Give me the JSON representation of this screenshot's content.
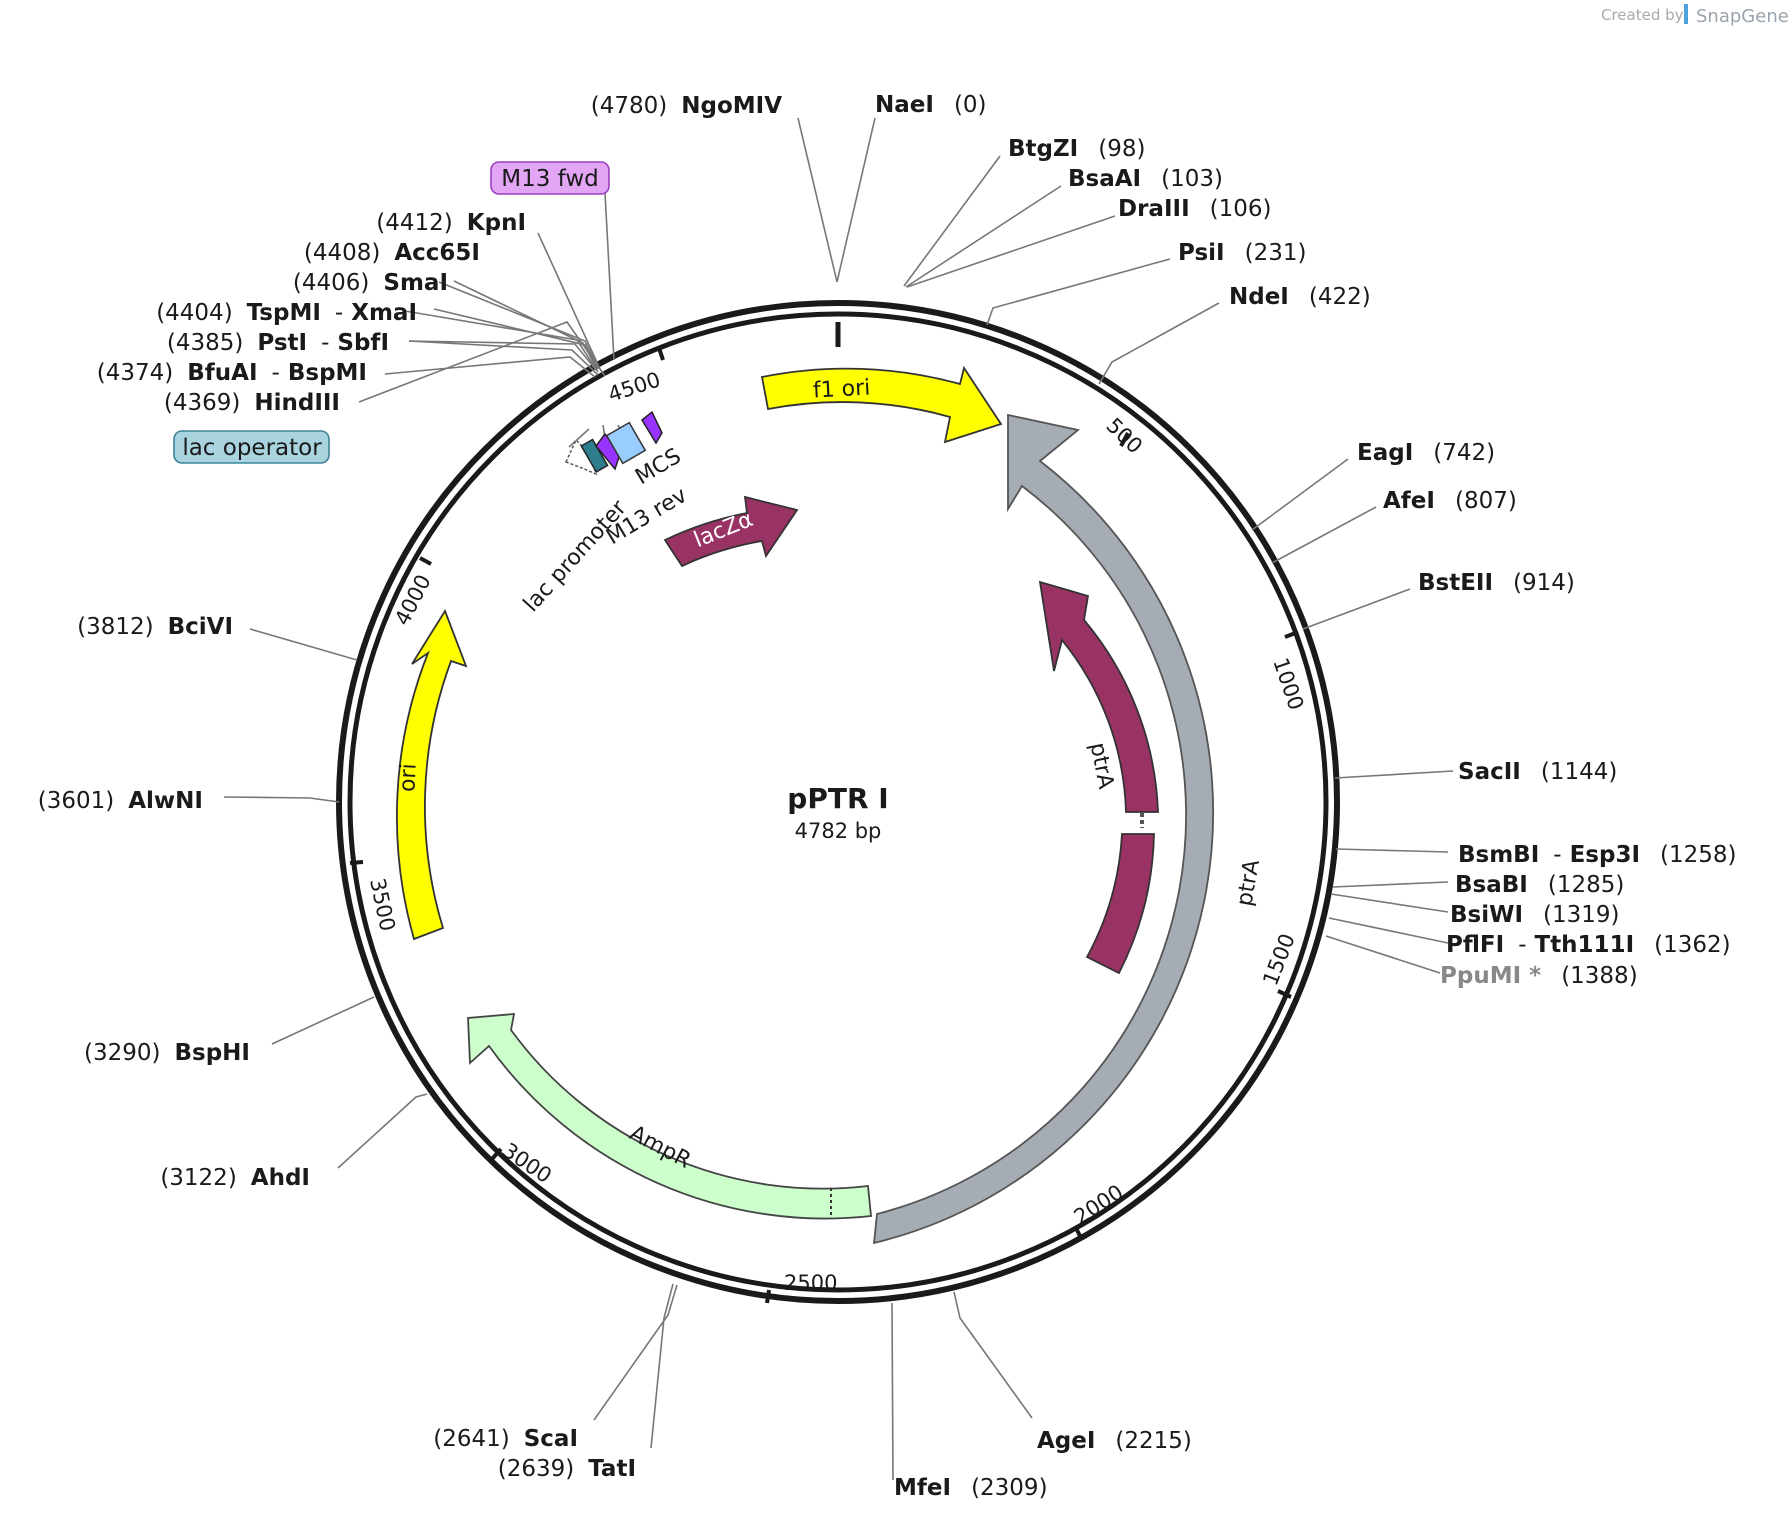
{
  "credit": {
    "prefix": "Created by",
    "brand": "SnapGene"
  },
  "plasmid": {
    "name": "pPTR I",
    "size_label": "4782 bp"
  },
  "ruler": [
    {
      "label": "500"
    },
    {
      "label": "1000"
    },
    {
      "label": "1500"
    },
    {
      "label": "2000"
    },
    {
      "label": "2500"
    },
    {
      "label": "3000"
    },
    {
      "label": "3500"
    },
    {
      "label": "4000"
    },
    {
      "label": "4500"
    }
  ],
  "features": {
    "f1_ori": {
      "label": "f1 ori",
      "color": "#ffff00"
    },
    "ptrA_outer": {
      "label": "ptrA",
      "color": "#a6acb3"
    },
    "ptrA_inner": {
      "label": "ptrA",
      "color": "#993366"
    },
    "ampR": {
      "label": "AmpR",
      "color": "#ccffcc"
    },
    "ori": {
      "label": "ori",
      "color": "#ffff00"
    },
    "lacZa": {
      "label": "lacZα",
      "color": "#993366"
    },
    "mcs": {
      "label": "MCS",
      "color": "#99ccff"
    },
    "m13_rev": {
      "label": "M13 rev",
      "color": "#9933ff"
    },
    "lac_promoter": {
      "label": "lac promoter",
      "color": "#ffffff"
    },
    "lac_operator": {
      "label": "lac operator",
      "color": "#2e7d8c"
    },
    "m13_fwd": {
      "label": "M13 fwd",
      "color": "#9933ff"
    }
  },
  "callouts": {
    "m13_fwd": {
      "label": "M13 fwd",
      "fill": "#e2a6f5",
      "stroke": "#9b3fbf"
    },
    "lac_operator": {
      "label": "lac operator",
      "fill": "#a9d4df",
      "stroke": "#3d8496"
    }
  },
  "sites": [
    {
      "id": "ngomiv",
      "name": "NgoMIV",
      "pos": "(4780)"
    },
    {
      "id": "naei",
      "name": "NaeI",
      "pos": "(0)"
    },
    {
      "id": "btgzi",
      "name": "BtgZI",
      "pos": "(98)"
    },
    {
      "id": "bsaai",
      "name": "BsaAI",
      "pos": "(103)"
    },
    {
      "id": "draiii",
      "name": "DraIII",
      "pos": "(106)"
    },
    {
      "id": "psii",
      "name": "PsiI",
      "pos": "(231)"
    },
    {
      "id": "ndei",
      "name": "NdeI",
      "pos": "(422)"
    },
    {
      "id": "eagi",
      "name": "EagI",
      "pos": "(742)"
    },
    {
      "id": "afei",
      "name": "AfeI",
      "pos": "(807)"
    },
    {
      "id": "bsteii",
      "name": "BstEII",
      "pos": "(914)"
    },
    {
      "id": "sacii",
      "name": "SacII",
      "pos": "(1144)"
    },
    {
      "id": "bsmbi",
      "name": "BsmBI",
      "sep": "-",
      "name2": "Esp3I",
      "pos": "(1258)"
    },
    {
      "id": "bsabi",
      "name": "BsaBI",
      "pos": "(1285)"
    },
    {
      "id": "bsiwi",
      "name": "BsiWI",
      "pos": "(1319)"
    },
    {
      "id": "pflfi",
      "name": "PflFI",
      "sep": "-",
      "name2": "Tth111I",
      "pos": "(1362)"
    },
    {
      "id": "ppumi",
      "name": "PpuMI *",
      "pos": "(1388)",
      "dim": true
    },
    {
      "id": "agei",
      "name": "AgeI",
      "pos": "(2215)"
    },
    {
      "id": "mfei",
      "name": "MfeI",
      "pos": "(2309)"
    },
    {
      "id": "scai",
      "name": "ScaI",
      "pos": "(2641)"
    },
    {
      "id": "tati",
      "name": "TatI",
      "pos": "(2639)"
    },
    {
      "id": "ahdi",
      "name": "AhdI",
      "pos": "(3122)"
    },
    {
      "id": "bsphi",
      "name": "BspHI",
      "pos": "(3290)"
    },
    {
      "id": "alwni",
      "name": "AlwNI",
      "pos": "(3601)"
    },
    {
      "id": "bcivi",
      "name": "BciVI",
      "pos": "(3812)"
    },
    {
      "id": "hindiii",
      "name": "HindIII",
      "pos": "(4369)"
    },
    {
      "id": "bfuai",
      "name": "BfuAI",
      "sep": "-",
      "name2": "BspMI",
      "pos": "(4374)"
    },
    {
      "id": "psti",
      "name": "PstI",
      "sep": "-",
      "name2": "SbfI",
      "pos": "(4385)"
    },
    {
      "id": "tspmi",
      "name": "TspMI",
      "sep": "-",
      "name2": "XmaI",
      "pos": "(4404)"
    },
    {
      "id": "smai",
      "name": "SmaI",
      "pos": "(4406)"
    },
    {
      "id": "acc65i",
      "name": "Acc65I",
      "pos": "(4408)"
    },
    {
      "id": "kpni",
      "name": "KpnI",
      "pos": "(4412)"
    }
  ]
}
